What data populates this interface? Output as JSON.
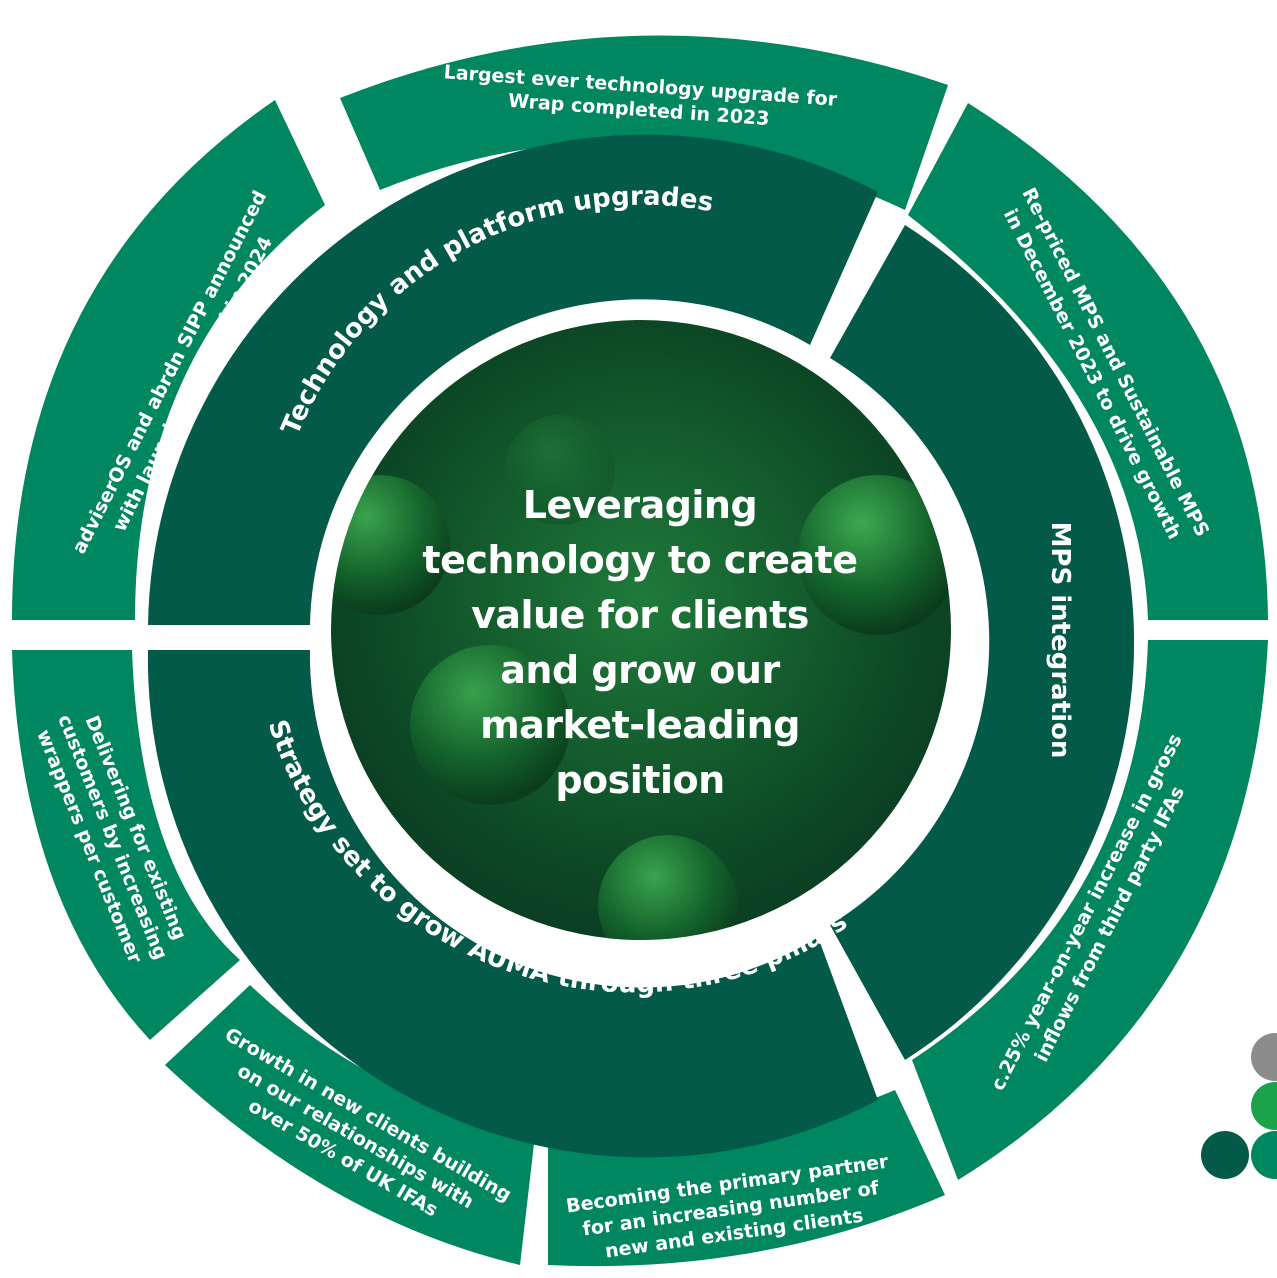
{
  "center": {
    "lines": [
      "Leveraging",
      "technology to create",
      "value for clients",
      "and grow our",
      "market-leading",
      "position"
    ]
  },
  "inner_ring": {
    "technology": "Technology and platform upgrades",
    "mps": "MPS integration",
    "strategy": "Strategy set to grow AUMA through three pillars"
  },
  "outer_ring": {
    "wrap": [
      "Largest ever technology upgrade for",
      "Wrap completed in 2023"
    ],
    "adviseros": [
      "adviserOS and abrdn SIPP announced",
      "with launches planned in 2024"
    ],
    "mps_repriced": [
      "Re-priced MPS and Sustainable MPS",
      "in December 2023 to drive growth"
    ],
    "inflows": [
      "c.25% year-on-year increase in gross",
      "inflows from third party IFAs"
    ],
    "primary_partner": [
      "Becoming the primary partner",
      "for an increasing number of",
      "new and existing clients"
    ],
    "new_clients": [
      "Growth in new clients building",
      "on our relationships with",
      "over 50% of UK IFAs"
    ],
    "existing_customers": [
      "Delivering for existing",
      "customers by increasing",
      "wrappers per customer"
    ]
  },
  "colors": {
    "outer_segment": "#00875f",
    "inner_segment": "#045a48",
    "center_dark": "#0a3a20",
    "center_light": "#1f7a3a",
    "dot_grey": "#8c8c8c",
    "dot_green": "#1aa34a",
    "dot_dark": "#045a48",
    "dot_teal": "#00875f"
  }
}
